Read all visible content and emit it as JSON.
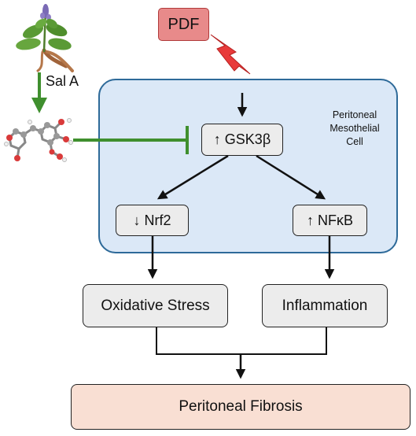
{
  "source": {
    "label": "PDF"
  },
  "drug": {
    "label": "Sal A"
  },
  "cell": {
    "label_lines": [
      "Peritoneal",
      "Mesothelial",
      "Cell"
    ]
  },
  "nodes": {
    "gsk3b": "↑ GSK3β",
    "nrf2": "↓ Nrf2",
    "nfkb": "↑ NFκB",
    "oxidative_stress": "Oxidative Stress",
    "inflammation": "Inflammation",
    "fibrosis": "Peritoneal Fibrosis"
  },
  "colors": {
    "cell_fill": "#dbe8f7",
    "cell_border": "#2e6a99",
    "pdf_fill": "#e88a8a",
    "lightning": "#e83a3a",
    "inhibition": "#3f8f2e",
    "node_fill": "#ececec",
    "fibrosis_fill": "#f9dfd3"
  },
  "icons": {
    "plant": "salvia-plant-illustration",
    "molecule": "salvianolic-acid-a-molecule",
    "lightning": "lightning-bolt-icon"
  }
}
